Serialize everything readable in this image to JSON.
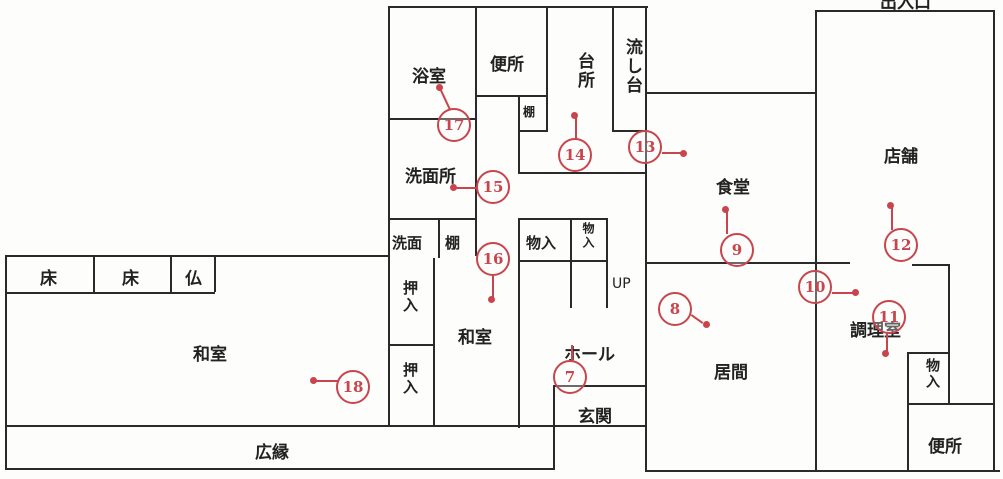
{
  "rooms": {
    "bath": "浴室",
    "toilet1": "便所",
    "kitchen": "台所",
    "sink": "流し台",
    "shelf1": "棚",
    "washroom": "洗面所",
    "wash": "洗面",
    "shelf2": "棚",
    "storage1": "物入",
    "storage2": "物入",
    "up": "UP",
    "tokonoma1": "床",
    "tokonoma2": "床",
    "butsudan": "仏",
    "washitsu1": "和室",
    "oshiire1": "押入",
    "oshiire2": "押入",
    "washitsu2": "和室",
    "hall": "ホール",
    "entrance": "玄関",
    "engawa": "広縁",
    "dining": "食堂",
    "living": "居間",
    "shop": "店舗",
    "cookroom": "調理室",
    "storage3": "物入",
    "toilet2": "便所",
    "exit": "出入口"
  },
  "markers": [
    "7",
    "8",
    "9",
    "10",
    "11",
    "12",
    "13",
    "14",
    "15",
    "16",
    "17",
    "18"
  ],
  "colors": {
    "marker": "#c8454d",
    "wall": "#2a2a2a"
  }
}
